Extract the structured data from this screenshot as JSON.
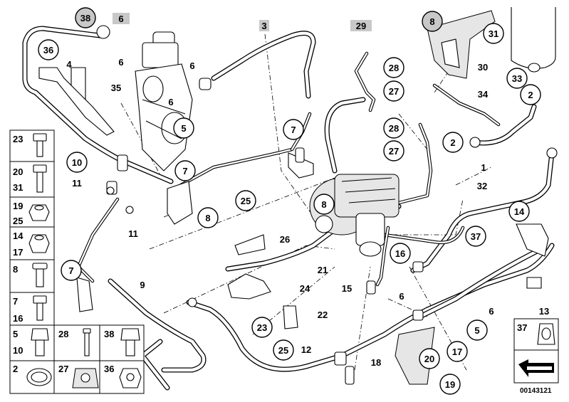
{
  "diagram": {
    "labels": {
      "c38": "38",
      "b6": "6",
      "c36": "36",
      "n4": "4",
      "n6a": "6",
      "n35": "35",
      "b3": "3",
      "n6b": "6",
      "n6c": "6",
      "c5a": "5",
      "b29": "29",
      "c28a": "28",
      "c27a": "27",
      "c28b": "28",
      "c27b": "27",
      "c7a": "7",
      "c7b": "7",
      "c8a": "8",
      "c8b": "8",
      "c8c": "8",
      "c31": "31",
      "n30": "30",
      "c33": "33",
      "c2a": "2",
      "n34": "34",
      "c2b": "2",
      "n1": "1",
      "n32": "32",
      "c10": "10",
      "n11a": "11",
      "n11b": "11",
      "c25a": "25",
      "n26": "26",
      "c14": "14",
      "c37": "37",
      "c16": "16",
      "c7c": "7",
      "n9": "9",
      "n21": "21",
      "n24": "24",
      "n15": "15",
      "n6d": "6",
      "n6e": "6",
      "n13": "13",
      "n22": "22",
      "c23": "23",
      "c25b": "25",
      "n12": "12",
      "c5b": "5",
      "c17": "17",
      "c20": "20",
      "n18": "18",
      "c19": "19"
    },
    "legend": {
      "l23": "23",
      "l20": "20",
      "l31": "31",
      "l19": "19",
      "l25": "25",
      "l14": "14",
      "l17": "17",
      "l8": "8",
      "l7": "7",
      "l16": "16",
      "l5": "5",
      "l10": "10",
      "l28": "28",
      "l38": "38",
      "l2": "2",
      "l27": "27",
      "l36": "36",
      "l37": "37"
    },
    "ref_number": "00143121"
  }
}
